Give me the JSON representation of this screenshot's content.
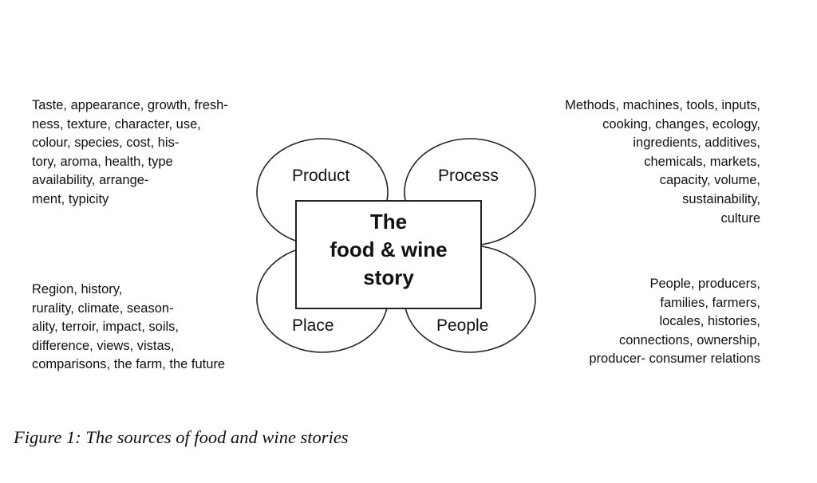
{
  "diagram": {
    "center": {
      "lines": [
        "The",
        "food & wine",
        "story"
      ]
    },
    "petals": {
      "product": {
        "label": "Product",
        "description": [
          "Taste, appearance, growth, fresh-",
          "ness, texture, character, use,",
          "colour, species, cost, his-",
          "tory, aroma, health, type",
          "availability, arrange-",
          "ment, typicity"
        ]
      },
      "process": {
        "label": "Process",
        "description": [
          "Methods, machines, tools, inputs,",
          "cooking, changes, ecology,",
          "ingredients, additives,",
          "chemicals, markets,",
          "capacity, volume,",
          "sustainability,",
          "culture"
        ]
      },
      "place": {
        "label": "Place",
        "description": [
          "Region, history,",
          "rurality, climate, season-",
          "ality, terroir, impact, soils,",
          "difference, views, vistas,",
          "comparisons, the farm, the future"
        ]
      },
      "people": {
        "label": "People",
        "description": [
          "People, producers,",
          "families, farmers,",
          "locales, histories,",
          "connections, ownership,",
          "producer- consumer relations"
        ]
      }
    }
  },
  "caption": "Figure 1: The sources of food and wine stories"
}
